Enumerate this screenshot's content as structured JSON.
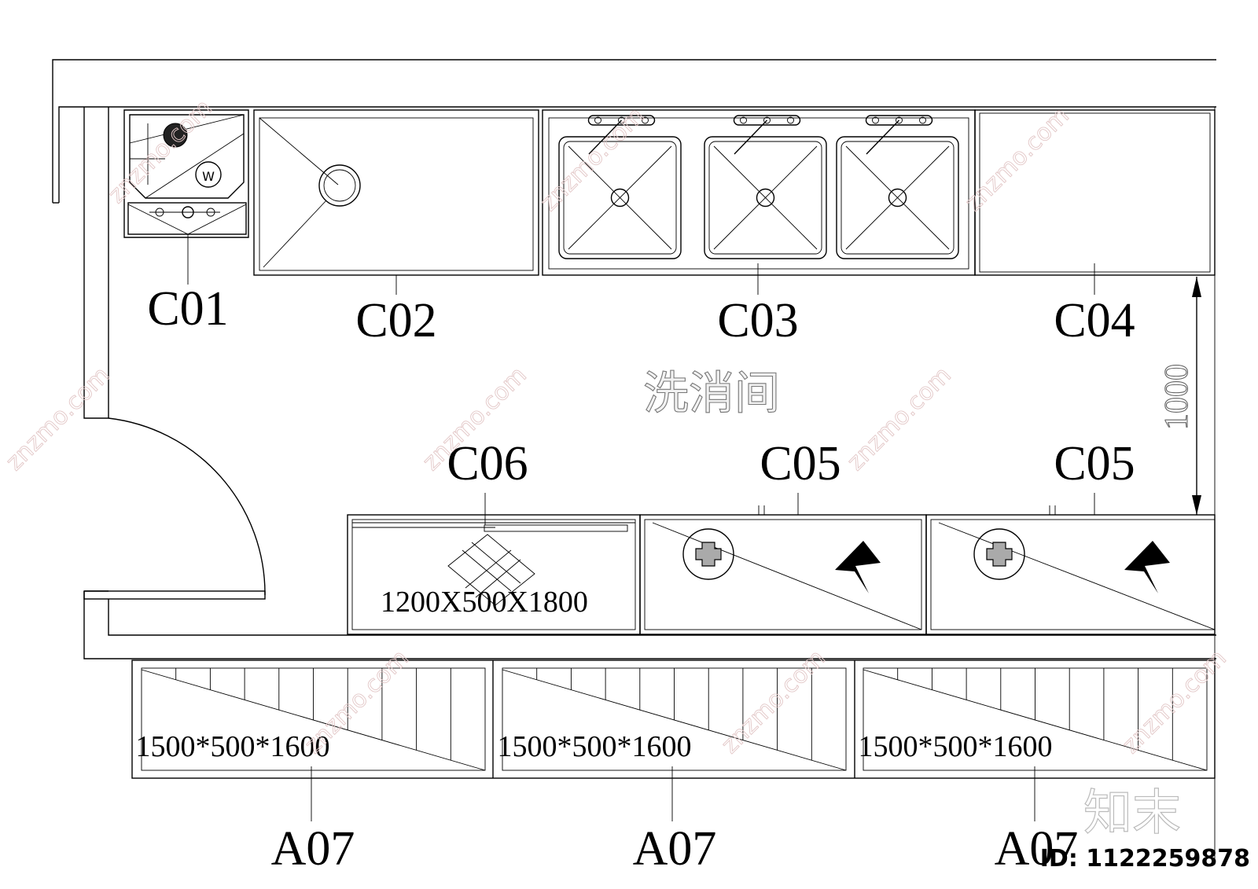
{
  "room_label": "洗消间",
  "dimension_vertical": "1000",
  "top_labels": [
    "C01",
    "C02",
    "C03",
    "C04"
  ],
  "middle_labels": [
    "C06",
    "C05",
    "C05"
  ],
  "bottom_labels": [
    "A07",
    "A07",
    "A07"
  ],
  "c06_size": "1200X500X1800",
  "a07_size": "1500*500*1600",
  "watermark_text": "znzmo.com",
  "watermark_logo": "知末",
  "image_id": "ID: 1122259878"
}
